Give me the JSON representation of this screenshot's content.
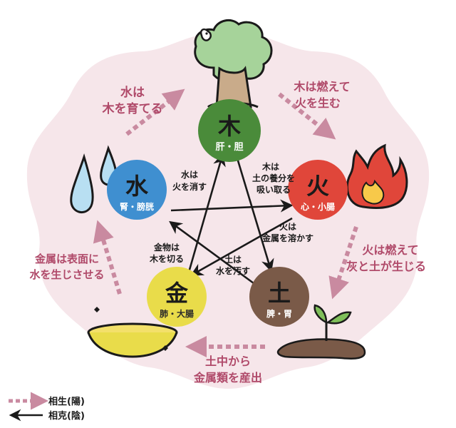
{
  "colors": {
    "background_blob": "#f6e6ea",
    "generating_arrow": "#c98aa0",
    "generating_text": "#b04a6a",
    "controlling_arrow": "#1a1a1a",
    "wood": "#4a8b3a",
    "fire": "#e0463a",
    "earth": "#7a5a48",
    "metal": "#e9dc4a",
    "water": "#3f8fd0"
  },
  "elements": {
    "wood": {
      "char": "木",
      "organs": "肝・胆"
    },
    "fire": {
      "char": "火",
      "organs": "心・小腸"
    },
    "earth": {
      "char": "土",
      "organs": "脾・胃"
    },
    "metal": {
      "char": "金",
      "organs": "肺・大腸"
    },
    "water": {
      "char": "水",
      "organs": "腎・膀胱"
    }
  },
  "generating": {
    "water_wood": [
      "水は",
      "木を育てる"
    ],
    "wood_fire": [
      "木は燃えて",
      "火を生む"
    ],
    "fire_earth": [
      "火は燃えて",
      "灰と土が生じる"
    ],
    "earth_metal": [
      "土中から",
      "金属類を産出"
    ],
    "metal_water": [
      "金属は表面に",
      "水を生じさせる"
    ]
  },
  "controlling": {
    "water_fire": [
      "水は",
      "火を消す"
    ],
    "wood_earth": [
      "木は",
      "土の養分を",
      "吸い取る"
    ],
    "fire_metal": [
      "火は",
      "金属を溶かす"
    ],
    "earth_water": [
      "土は",
      "水を汚す"
    ],
    "metal_wood": [
      "金物は",
      "木を切る"
    ]
  },
  "legend": {
    "generating_label": "相生(陽)",
    "controlling_label": "相克(陰)"
  }
}
